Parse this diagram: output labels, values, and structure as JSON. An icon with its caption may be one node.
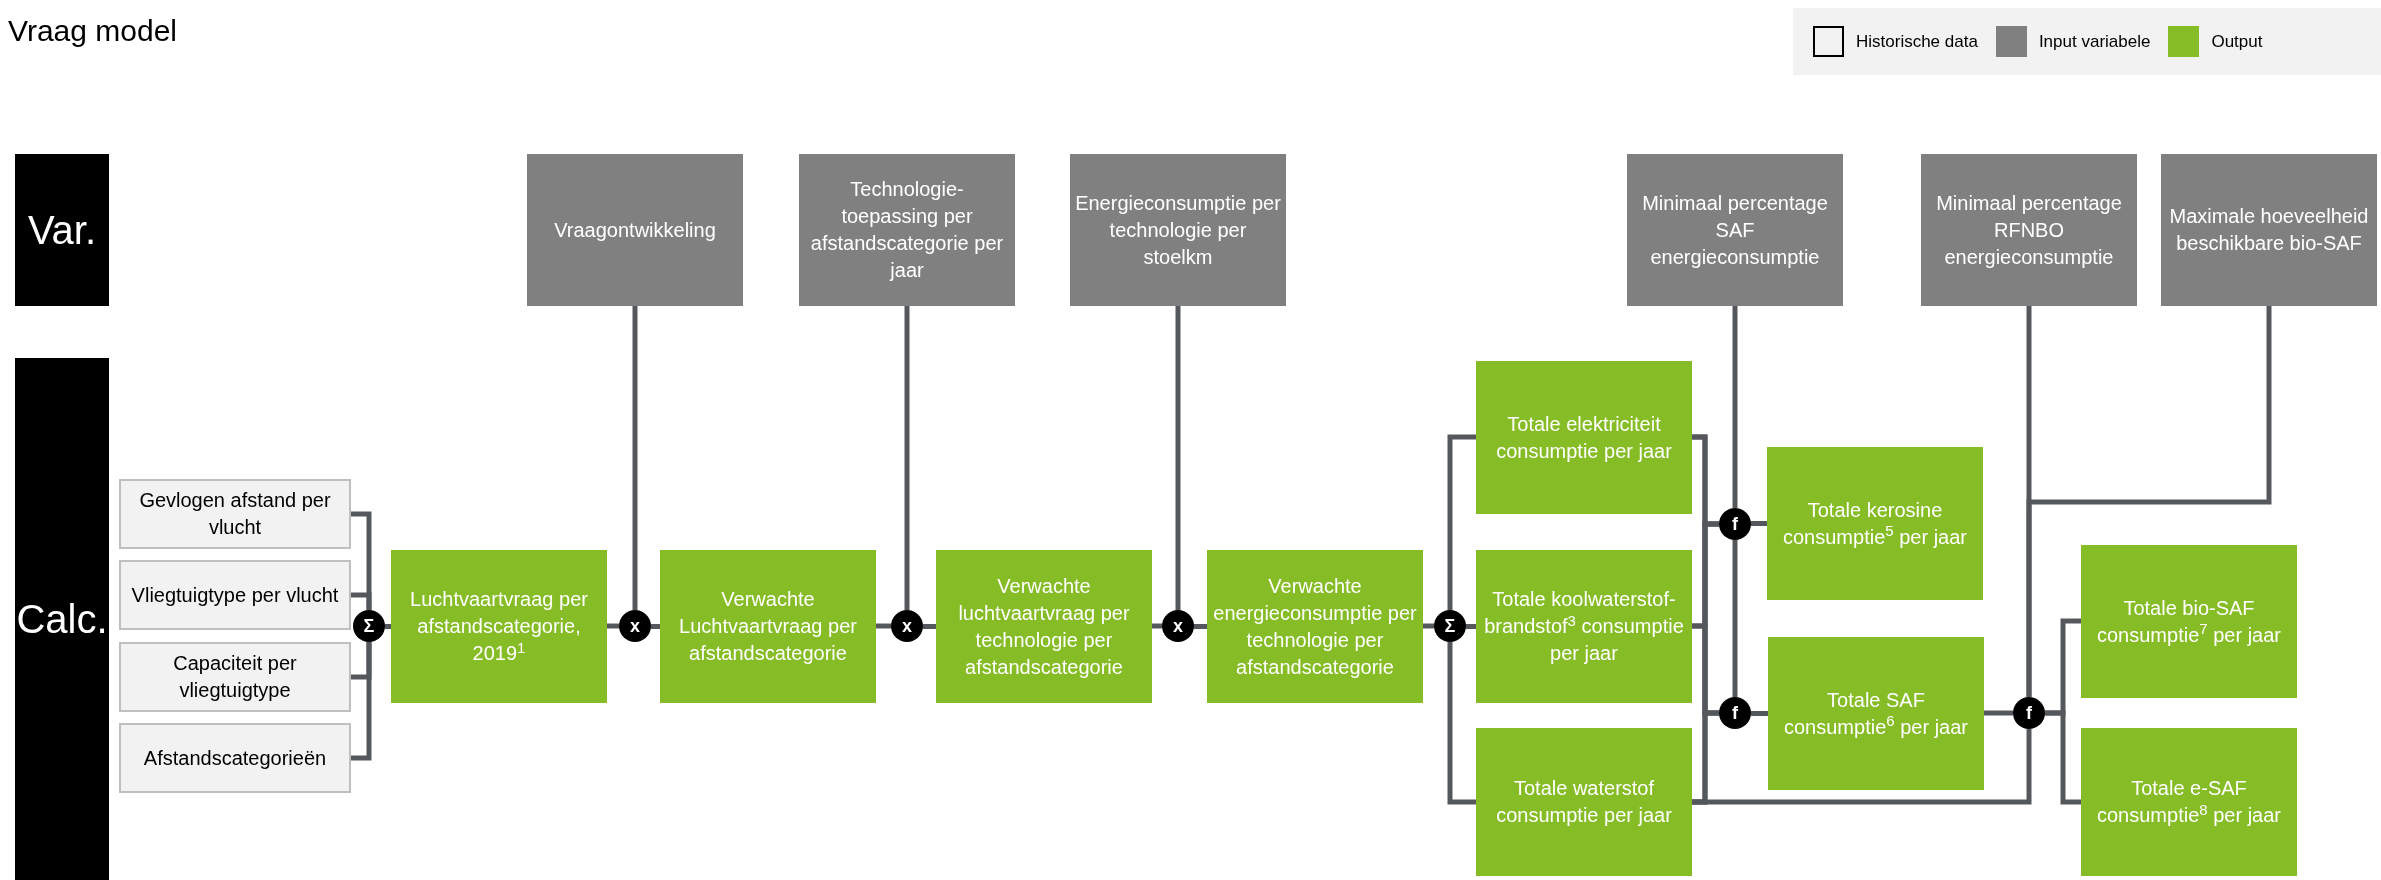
{
  "diagram": {
    "title": "Vraag model",
    "nodes": [
      {
        "text": [
          "Var."
        ]
      },
      {
        "text": [
          "Calc."
        ]
      },
      {
        "text": [
          "Gevlogen afstand per vlucht"
        ]
      },
      {
        "text": [
          "Vliegtuigtype per vlucht"
        ]
      },
      {
        "text": [
          "Capaciteit per vliegtuigtype"
        ]
      },
      {
        "text": [
          "Afstandscategorieën"
        ]
      },
      {
        "text": [
          "Σ"
        ]
      },
      {
        "text": [
          "Luchtvaartvraag per afstandscategorie, 2019$^{1}$"
        ]
      },
      {
        "text": [
          "Vraagontwikkeling"
        ]
      },
      {
        "text": [
          "x"
        ]
      },
      {
        "text": [
          "Verwachte Luchtvaartvraag per afstandscategorie"
        ]
      },
      {
        "text": [
          "Technologie-toepassing per afstandscategorie per jaar"
        ]
      },
      {
        "text": [
          "x"
        ]
      },
      {
        "text": [
          "Verwachte luchtvaartvraag per technologie per afstandscategorie"
        ]
      },
      {
        "text": [
          "Energieconsumptie per technologie per stoelkm"
        ]
      },
      {
        "text": [
          "x"
        ]
      },
      {
        "text": [
          "Verwachte energieconsumptie per technologie per afstandscategorie"
        ]
      },
      {
        "text": [
          "Σ"
        ]
      },
      {
        "text": [
          "Totale elektriciteit consumptie per jaar"
        ]
      },
      {
        "text": [
          "Totale koolwaterstof-brandstof$^{3}$ consumptie per jaar"
        ]
      },
      {
        "text": [
          "Totale waterstof consumptie per jaar"
        ]
      },
      {
        "text": [
          "Minimaal percentage SAF energieconsumptie"
        ]
      },
      {
        "text": [
          "f"
        ]
      },
      {
        "text": [
          "Totale kerosine consumptie$^{5}$ per jaar"
        ]
      },
      {
        "text": [
          "f"
        ]
      },
      {
        "text": [
          "Totale SAF consumptie$^{6}$ per jaar"
        ]
      },
      {
        "text": [
          "Minimaal percentage RFNBO energieconsumptie"
        ]
      },
      {
        "text": [
          "Maximale hoeveelheid beschikbare bio-SAF"
        ]
      },
      {
        "text": [
          "f"
        ]
      },
      {
        "text": [
          "Totale bio-SAF consumptie$^{7}$ per jaar"
        ]
      },
      {
        "text": [
          "Totale e-SAF consumptie$^{8}$ per jaar"
        ]
      }
    ],
    "edges": [
      {
        "from": 2,
        "to": 6,
        "arrow": "none"
      },
      {
        "from": 3,
        "to": 6,
        "arrow": "none"
      },
      {
        "from": 4,
        "to": 6,
        "arrow": "none"
      },
      {
        "from": 5,
        "to": 6,
        "arrow": "none"
      },
      {
        "from": 6,
        "to": 7,
        "arrow": "none"
      },
      {
        "from": 7,
        "to": 9,
        "arrow": "none"
      },
      {
        "from": 8,
        "to": 9,
        "arrow": "none"
      },
      {
        "from": 9,
        "to": 10,
        "arrow": "none"
      },
      {
        "from": 10,
        "to": 12,
        "arrow": "none"
      },
      {
        "from": 11,
        "to": 12,
        "arrow": "none"
      },
      {
        "from": 12,
        "to": 13,
        "arrow": "none"
      },
      {
        "from": 13,
        "to": 15,
        "arrow": "none"
      },
      {
        "from": 14,
        "to": 15,
        "arrow": "none"
      },
      {
        "from": 15,
        "to": 16,
        "arrow": "none"
      },
      {
        "from": 16,
        "to": 17,
        "arrow": "none"
      },
      {
        "from": 17,
        "to": 18,
        "arrow": "none"
      },
      {
        "from": 17,
        "to": 19,
        "arrow": "none"
      },
      {
        "from": 17,
        "to": 20,
        "arrow": "none"
      },
      {
        "from": 18,
        "to": 22,
        "arrow": "none"
      },
      {
        "from": 19,
        "to": 22,
        "arrow": "none"
      },
      {
        "from": 20,
        "to": 22,
        "arrow": "none"
      },
      {
        "from": 18,
        "to": 24,
        "arrow": "none"
      },
      {
        "from": 19,
        "to": 24,
        "arrow": "none"
      },
      {
        "from": 20,
        "to": 24,
        "arrow": "none"
      },
      {
        "from": 21,
        "to": 22,
        "arrow": "none"
      },
      {
        "from": 22,
        "to": 24,
        "arrow": "none"
      },
      {
        "from": 22,
        "to": 23,
        "arrow": "none"
      },
      {
        "from": 24,
        "to": 25,
        "arrow": "none"
      },
      {
        "from": 25,
        "to": 28,
        "arrow": "none"
      },
      {
        "from": 20,
        "to": 28,
        "arrow": "none"
      },
      {
        "from": 26,
        "to": 28,
        "arrow": "none"
      },
      {
        "from": 27,
        "to": 28,
        "arrow": "none"
      },
      {
        "from": 28,
        "to": 29,
        "arrow": "none"
      },
      {
        "from": 28,
        "to": 30,
        "arrow": "none"
      }
    ],
    "legend": [
      {
        "text": "Historische data",
        "color": "#f2f2f2"
      },
      {
        "text": "Input variabele",
        "color": "#808080"
      },
      {
        "text": "Output",
        "color": "#86bc25"
      }
    ]
  }
}
